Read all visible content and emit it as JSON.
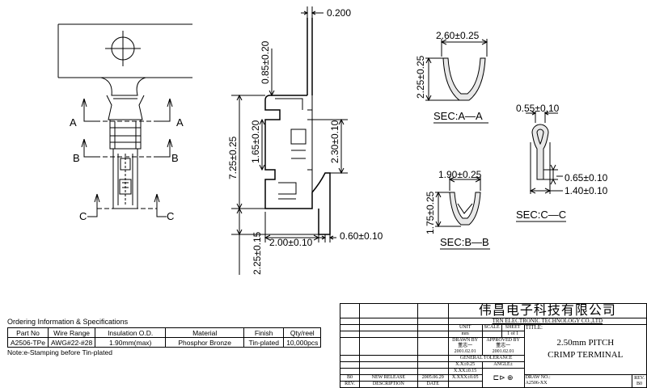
{
  "dimensions": {
    "top_thickness": "0.200",
    "tab_height": "0.85±0.20",
    "overall_height": "7.25±0.25",
    "mid_height": "1.65±0.20",
    "right_height": "2.30±0.10",
    "bottom_height": "2.25±0.15",
    "base_width": "2.00±0.10",
    "side_width": "0.60±0.10"
  },
  "section_marks": {
    "a": "A",
    "b": "B",
    "c": "C"
  },
  "sections": {
    "a": {
      "width": "2.60±0.25",
      "height": "2.25±0.25",
      "label": "SEC:A—A"
    },
    "b": {
      "width": "1.90±0.25",
      "height": "1.75±0.25",
      "label": "SEC:B—B"
    },
    "c": {
      "width": "0.55±0.10",
      "dim1": "0.65±0.10",
      "dim2": "1.40±0.10",
      "label": "SEC:C—C"
    }
  },
  "ordering": {
    "title": "Ordering Information & Specifications",
    "headers": [
      "Part No",
      "Wire Range",
      "Insulation O.D.",
      "Material",
      "Finish",
      "Qty/reel"
    ],
    "row": [
      "A2506-TPe",
      "AWG#22-#28",
      "1.90mm(max)",
      "Phosphor Bronze",
      "Tin-plated",
      "10,000pcs"
    ],
    "note": "Note:e-Stamping before Tin-plated"
  },
  "titleblock": {
    "company_cn": "伟昌电子科技有限公司",
    "company_en": "TRN ELECTRONIC TECHNOLOGY CO.,LTD",
    "unit_label": "UNIT",
    "unit_value": "mm",
    "scale_label": "SCALE",
    "sheet_label": "SHEET",
    "sheet_value": "1 of 1",
    "title_label": "TITLE:",
    "title_line1": "2.50mm PITCH",
    "title_line2": "CRIMP TERMINAL",
    "drawn_by_label": "DRAWN BY",
    "drawn_by_name": "董志一",
    "drawn_by_date": "2001.02.01",
    "approved_by_label": "APPROVED BY",
    "approved_by_name": "董志一",
    "approved_by_date": "2001.02.01",
    "tolerance_label": "GENERAL TOLERANCE",
    "tol1": "X.X±0.25",
    "tol2": "X.XX±0.15",
    "tol3": "X.XXX±0.05",
    "angle_label": "ANGLE±",
    "rev_code": "B0",
    "rev_desc": "NEW RELEASE",
    "rev_date": "2005.06.29",
    "rev_header": "REV.",
    "desc_header": "DESCRIPTION",
    "date_header": "DATE",
    "draw_no_label": "DRAW NO.:",
    "draw_no": "A2506-XX",
    "rev_label2": "REV.",
    "rev_value2": "B0"
  }
}
